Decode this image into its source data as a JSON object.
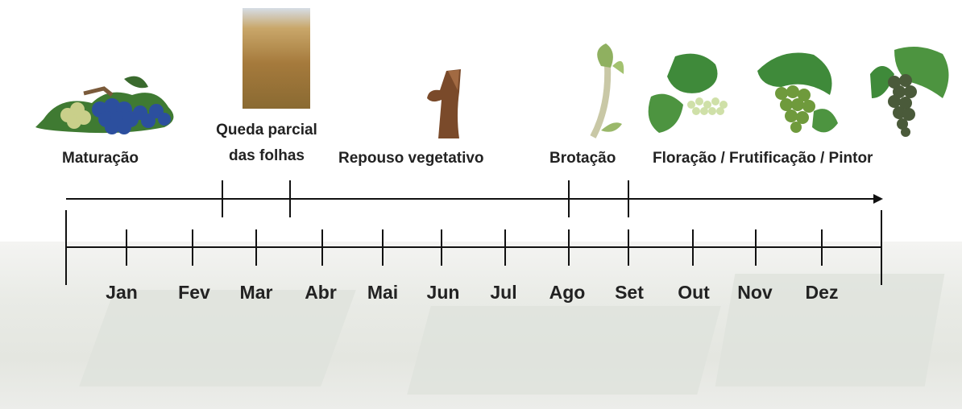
{
  "stages": {
    "maturacao": "Maturação",
    "queda_line1": "Queda parcial",
    "queda_line2": "das folhas",
    "repouso": "Repouso vegetativo",
    "brotacao": "Brotação",
    "floracao": "Floração / Frutificação / Pintor"
  },
  "months": [
    "Jan",
    "Fev",
    "Mar",
    "Abr",
    "Mai",
    "Jun",
    "Jul",
    "Ago",
    "Set",
    "Out",
    "Nov",
    "Dez"
  ],
  "colors": {
    "line": "#111111",
    "grape_blue": "#2c4f9e",
    "grape_green": "#6f9a3c",
    "leaf": "#3f8a3a",
    "wood": "#7a4a2a",
    "autumn": "#b0893f"
  },
  "icons": [
    "grape-cluster-icon",
    "autumn-vine-icon",
    "dormant-bud-icon",
    "sprout-icon",
    "flowering-vine-icon",
    "fruit-set-vine-icon",
    "ripening-grape-icon"
  ]
}
